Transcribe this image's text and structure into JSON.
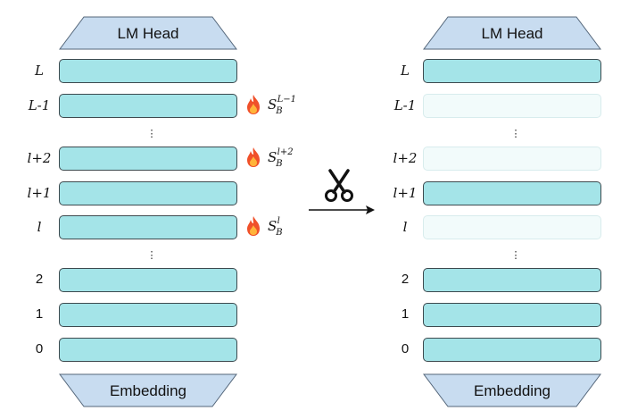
{
  "left": {
    "head_label": "LM Head",
    "embedding_label": "Embedding",
    "rows": [
      {
        "label": "L",
        "italic": true,
        "pruned": false
      },
      {
        "label": "L-1",
        "italic": true,
        "pruned": false
      },
      {
        "label": "l+2",
        "italic": true,
        "pruned": false
      },
      {
        "label": "l+1",
        "italic": true,
        "pruned": false
      },
      {
        "label": "l",
        "italic": true,
        "pruned": false
      },
      {
        "label": "2",
        "italic": false,
        "pruned": false
      },
      {
        "label": "1",
        "italic": false,
        "pruned": false
      },
      {
        "label": "0",
        "italic": false,
        "pruned": false
      }
    ],
    "ellipsis": [
      "⋮",
      "⋮"
    ]
  },
  "right": {
    "head_label": "LM Head",
    "embedding_label": "Embedding",
    "rows": [
      {
        "label": "L",
        "italic": true,
        "pruned": false
      },
      {
        "label": "L-1",
        "italic": true,
        "pruned": true
      },
      {
        "label": "l+2",
        "italic": true,
        "pruned": true
      },
      {
        "label": "l+1",
        "italic": true,
        "pruned": false
      },
      {
        "label": "l",
        "italic": true,
        "pruned": true
      },
      {
        "label": "2",
        "italic": false,
        "pruned": false
      },
      {
        "label": "1",
        "italic": false,
        "pruned": false
      },
      {
        "label": "0",
        "italic": false,
        "pruned": false
      }
    ],
    "ellipsis": [
      "⋮",
      "⋮"
    ]
  },
  "scores": [
    {
      "base": "S",
      "sub": "B",
      "sup": "L−1"
    },
    {
      "base": "S",
      "sub": "B",
      "sup": "l+2"
    },
    {
      "base": "S",
      "sub": "B",
      "sup": "l"
    }
  ],
  "colors": {
    "layer_fill": "#a4e4e8",
    "layer_pruned_fill": "#f2fbfb",
    "head_fill": "#c8dcf0",
    "flame": "#f0502a"
  },
  "icons": {
    "transform": "scissors-icon",
    "direction": "arrow-right-icon",
    "score_marker": "flame-icon"
  }
}
